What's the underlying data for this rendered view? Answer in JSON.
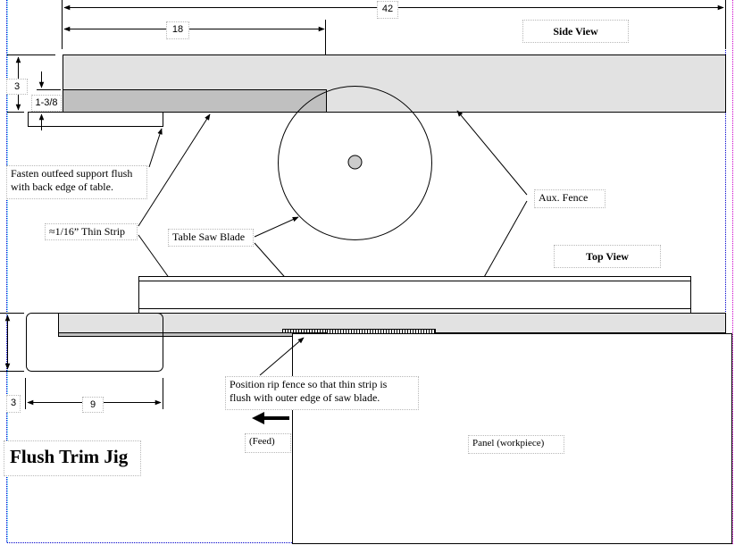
{
  "title": "Flush Trim Jig",
  "views": {
    "side": "Side View",
    "top": "Top View"
  },
  "dimensions": {
    "overall_length": "42",
    "strip_length": "18",
    "fence_height": "3",
    "strip_height": "1-3/8",
    "top_view_height": "3",
    "top_view_width": "9"
  },
  "callouts": {
    "outfeed_support": "Fasten outfeed support flush with back edge of table.",
    "outfeed_line1": "Fasten outfeed support flush",
    "outfeed_line2": "with back edge of table.",
    "thin_strip": "≈1/16” Thin Strip",
    "saw_blade": "Table Saw Blade",
    "aux_fence": "Aux. Fence",
    "rip_fence_line1": "Position rip fence so that thin strip is",
    "rip_fence_line2": "flush with outer edge of saw blade.",
    "feed": "(Feed)",
    "panel": "Panel (workpiece)"
  },
  "colors": {
    "fence_fill": "#e2e2e2",
    "strip_fill": "#c0c0c0",
    "arbor_fill": "#cccccc",
    "line": "#000000",
    "page_guide_blue": "#0000cc",
    "page_guide_magenta": "#cc00cc"
  }
}
